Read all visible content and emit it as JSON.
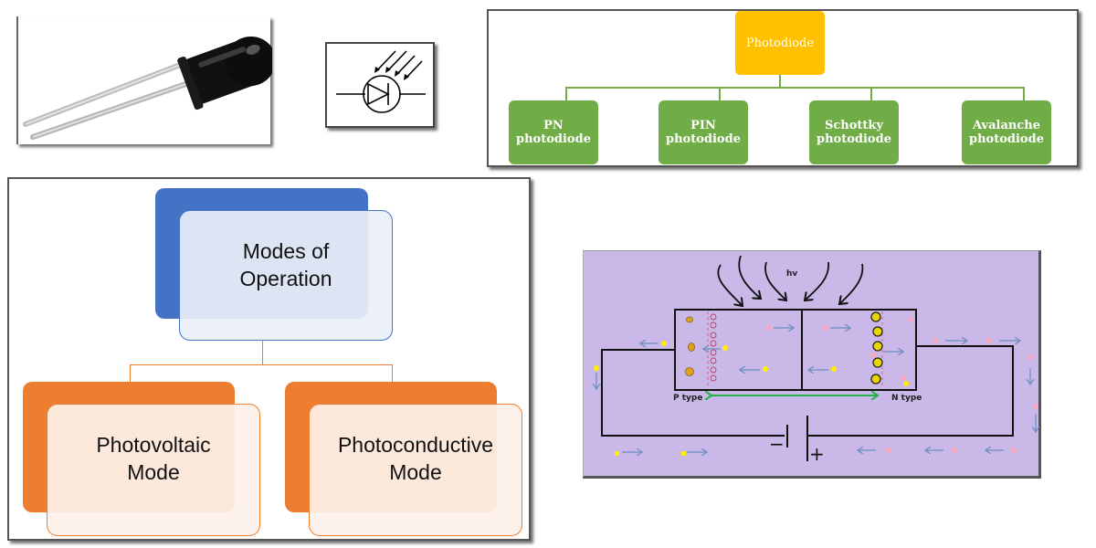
{
  "photo": {
    "description": "Photodiode component photograph (black dome, two leads)"
  },
  "symbol": {
    "icon": "photodiode-symbol-icon"
  },
  "types_tree": {
    "root": "Photodiode",
    "children": [
      {
        "line1": "PN",
        "line2": "photodiode"
      },
      {
        "line1": "PIN",
        "line2": "photodiode"
      },
      {
        "line1": "Schottky",
        "line2": "photodiode"
      },
      {
        "line1": "Avalanche",
        "line2": "photodiode"
      }
    ],
    "colors": {
      "root": "#ffc000",
      "child": "#70ad47"
    }
  },
  "modes_tree": {
    "root": {
      "line1": "Modes of",
      "line2": "Operation"
    },
    "children": [
      {
        "line1": "Photovoltaic",
        "line2": "Mode"
      },
      {
        "line1": "Photoconductive",
        "line2": "Mode"
      }
    ],
    "colors": {
      "root": "#4472c4",
      "child": "#ed7d31"
    }
  },
  "circuit": {
    "light_label": "hv",
    "p_label": "P type",
    "n_label": "N type",
    "battery_minus": "−",
    "battery_plus": "+",
    "colors": {
      "background": "#c9b8e8",
      "depletion_arrow": "#22b04b",
      "flow_arrow": "#6f8fc0",
      "hole": "#ffee00",
      "electron": "#f7a8c0"
    }
  }
}
